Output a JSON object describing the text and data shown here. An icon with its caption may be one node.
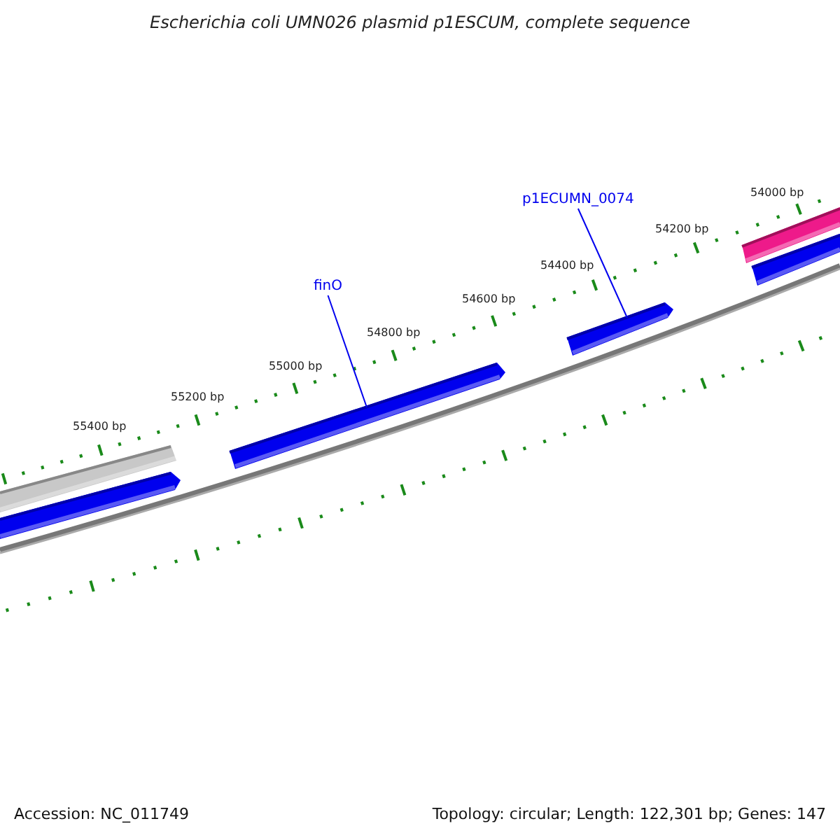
{
  "diagram": {
    "title": "Escherichia coli UMN026 plasmid p1ESCUM, complete sequence",
    "nodes": [
      {
        "text": [
          "finO"
        ]
      },
      {
        "text": [
          "p1ECUMN_0074"
        ]
      },
      {
        "text": [],
        "shape": "bar"
      },
      {
        "text": [],
        "shape": "bar"
      },
      {
        "text": [],
        "shape": "bar"
      },
      {
        "text": [],
        "shape": "bar"
      },
      {
        "text": [],
        "shape": "bar"
      },
      {
        "text": [],
        "shape": "bar"
      }
    ],
    "edges": [
      {
        "from": 0,
        "to": 4,
        "arrow": "none"
      },
      {
        "from": 1,
        "to": 5,
        "arrow": "none"
      }
    ],
    "labels": [
      "54000 bp",
      "54200 bp",
      "54400 bp",
      "54600 bp",
      "54800 bp",
      "55000 bp",
      "55200 bp",
      "55400 bp",
      "Accession: NC_011749",
      "Topology: circular; Length: 122,301 bp; Genes: 147"
    ]
  }
}
